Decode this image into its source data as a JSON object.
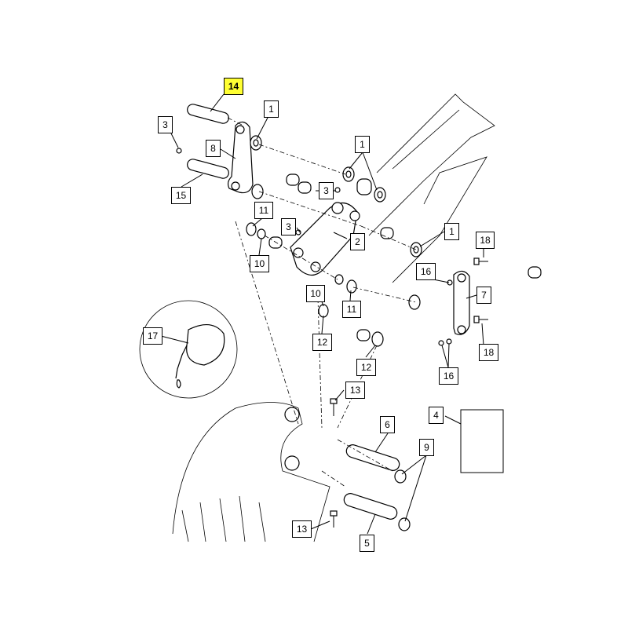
{
  "callouts": {
    "c14": "14",
    "c3a": "3",
    "c1a": "1",
    "c8": "8",
    "c15": "15",
    "c1b": "1",
    "c3b": "3",
    "c11a": "11",
    "c3c": "3",
    "c2": "2",
    "c10a": "10",
    "c1c": "1",
    "c18a": "18",
    "c16a": "16",
    "c7": "7",
    "c10b": "10",
    "c11b": "11",
    "c12a": "12",
    "c12b": "12",
    "c17": "17",
    "c18b": "18",
    "c16b": "16",
    "c13a": "13",
    "c4": "4",
    "c6": "6",
    "c9": "9",
    "c13b": "13",
    "c5": "5"
  },
  "highlight_color": "#ffff33"
}
